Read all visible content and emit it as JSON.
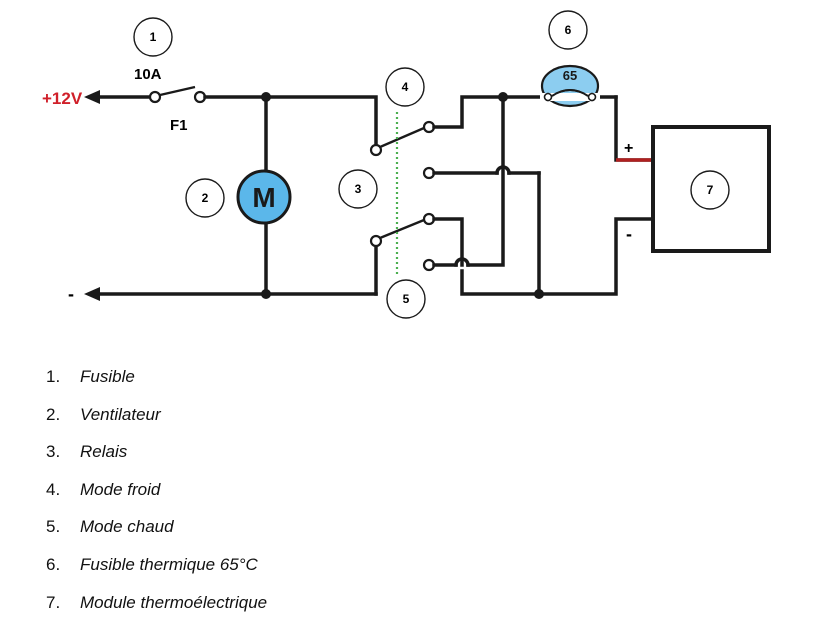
{
  "diagram": {
    "labels": {
      "supply_positive": "+12V",
      "supply_negative": "-",
      "fuse_rating": "10A",
      "fuse_name": "F1",
      "motor_letter": "M",
      "thermal_value": "65",
      "module_plus": "+",
      "module_minus": "-"
    },
    "callouts": [
      "1",
      "2",
      "3",
      "4",
      "5",
      "6",
      "7"
    ],
    "colors": {
      "supply_label": "#d0202a",
      "motor_fill": "#5bb7ea",
      "thermal_fill": "#8ccdf0",
      "relay_coil": "#4caf50",
      "module_positive_lead": "#b02020"
    },
    "icons": [
      "arrow-left-icon",
      "fuse-icon",
      "motor-icon",
      "thermal-fuse-icon",
      "relay-switch-icon",
      "thermoelectric-module-icon"
    ]
  },
  "legend": [
    {
      "num": "1.",
      "text": "Fusible"
    },
    {
      "num": "2.",
      "text": "Ventilateur"
    },
    {
      "num": "3.",
      "text": "Relais"
    },
    {
      "num": "4.",
      "text": "Mode froid"
    },
    {
      "num": "5.",
      "text": "Mode chaud"
    },
    {
      "num": "6.",
      "text": "Fusible thermique 65°C"
    },
    {
      "num": "7.",
      "text": "Module thermoélectrique"
    }
  ]
}
